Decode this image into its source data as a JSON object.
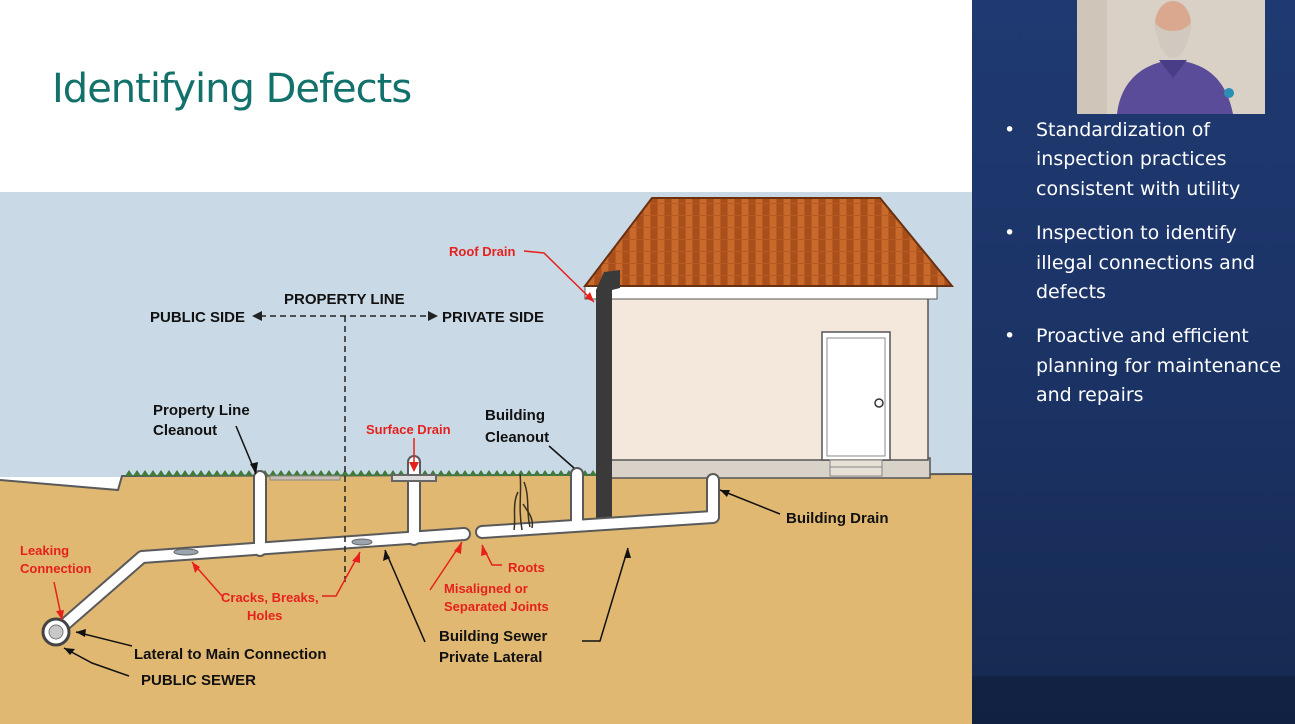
{
  "slide": {
    "title": "Identifying Defects",
    "title_color": "#13716b"
  },
  "diagram": {
    "property_line": "PROPERTY LINE",
    "public_side": "PUBLIC SIDE",
    "private_side": "PRIVATE SIDE",
    "roof_drain": "Roof Drain",
    "property_line_cleanout": [
      "Property Line",
      "Cleanout"
    ],
    "surface_drain": "Surface Drain",
    "building_cleanout": [
      "Building",
      "Cleanout"
    ],
    "building_drain": "Building Drain",
    "leaking_connection": [
      "Leaking",
      "Connection"
    ],
    "cracks_breaks_holes": [
      "Cracks, Breaks,",
      "Holes"
    ],
    "roots": "Roots",
    "misaligned_joints": [
      "Misaligned or",
      "Separated Joints"
    ],
    "building_sewer_lateral": [
      "Building Sewer",
      "Private Lateral"
    ],
    "lateral_to_main": "Lateral to Main Connection",
    "public_sewer": "PUBLIC SEWER"
  },
  "sidebar": {
    "bullets": [
      "Standardization of inspection practices consistent with utility",
      "Inspection to identify illegal connections and defects",
      "Proactive and efficient planning for maintenance and repairs"
    ]
  },
  "colors": {
    "sky": "#c9d9e6",
    "soil": "#e0b872",
    "pipe": "#ffffff",
    "roof": "#b75a22",
    "house_wall": "#f4e8dc",
    "label_red": "#e6211c",
    "sidebar_blue": "#1e3a70"
  },
  "icons": {
    "webcam": "presenter-video-feed"
  }
}
